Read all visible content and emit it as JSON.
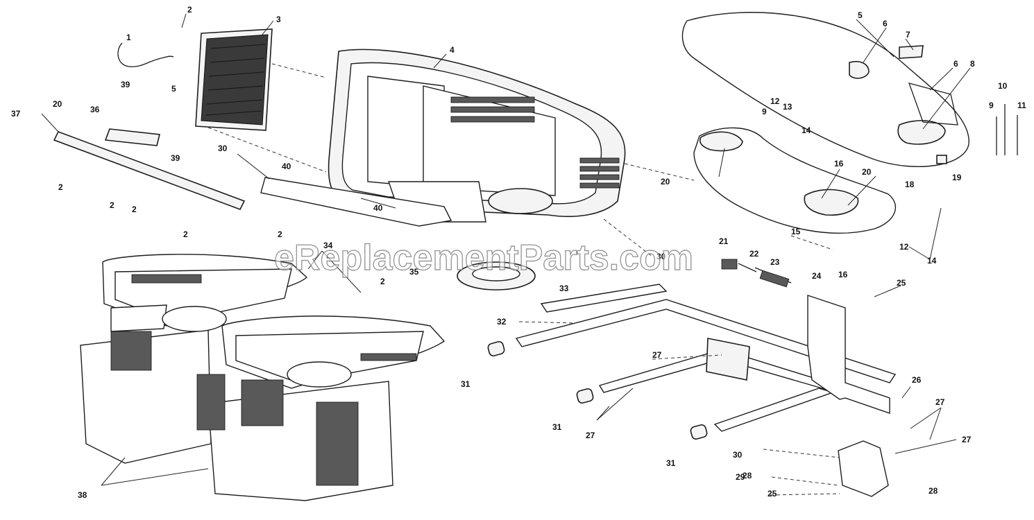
{
  "watermark": "eReplacementParts.com",
  "callouts": [
    {
      "id": "c1",
      "text": "1"
    },
    {
      "id": "c2a",
      "text": "2"
    },
    {
      "id": "c3",
      "text": "3"
    },
    {
      "id": "c4",
      "text": "4"
    },
    {
      "id": "c5a",
      "text": "5"
    },
    {
      "id": "c5b",
      "text": "5"
    },
    {
      "id": "c6a",
      "text": "6"
    },
    {
      "id": "c7",
      "text": "7"
    },
    {
      "id": "c6b",
      "text": "6"
    },
    {
      "id": "c8",
      "text": "8"
    },
    {
      "id": "c9a",
      "text": "9"
    },
    {
      "id": "c9b",
      "text": "9"
    },
    {
      "id": "c10",
      "text": "10"
    },
    {
      "id": "c11",
      "text": "11"
    },
    {
      "id": "c12a",
      "text": "12"
    },
    {
      "id": "c13",
      "text": "13"
    },
    {
      "id": "c14a",
      "text": "14"
    },
    {
      "id": "c16",
      "text": "16"
    },
    {
      "id": "c20a",
      "text": "20"
    },
    {
      "id": "c20b",
      "text": "20"
    },
    {
      "id": "c18",
      "text": "18"
    },
    {
      "id": "c19",
      "text": "19"
    },
    {
      "id": "c15",
      "text": "15"
    },
    {
      "id": "c12b",
      "text": "12"
    },
    {
      "id": "c16b",
      "text": "16"
    },
    {
      "id": "c14b",
      "text": "14"
    },
    {
      "id": "c21",
      "text": "21"
    },
    {
      "id": "c22",
      "text": "22"
    },
    {
      "id": "c23",
      "text": "23"
    },
    {
      "id": "c24",
      "text": "24"
    },
    {
      "id": "c25a",
      "text": "25"
    },
    {
      "id": "c26",
      "text": "26"
    },
    {
      "id": "c27a",
      "text": "27"
    },
    {
      "id": "c27b",
      "text": "27"
    },
    {
      "id": "c27c",
      "text": "27"
    },
    {
      "id": "c27d",
      "text": "27"
    },
    {
      "id": "c28a",
      "text": "28"
    },
    {
      "id": "c28b",
      "text": "28"
    },
    {
      "id": "c29",
      "text": "29"
    },
    {
      "id": "c30a",
      "text": "30"
    },
    {
      "id": "c25b",
      "text": "25"
    },
    {
      "id": "c31a",
      "text": "31"
    },
    {
      "id": "c31b",
      "text": "31"
    },
    {
      "id": "c31c",
      "text": "31"
    },
    {
      "id": "c32",
      "text": "32"
    },
    {
      "id": "c33",
      "text": "33"
    },
    {
      "id": "c34",
      "text": "34"
    },
    {
      "id": "c35",
      "text": "35"
    },
    {
      "id": "c36",
      "text": "36"
    },
    {
      "id": "c37",
      "text": "37"
    },
    {
      "id": "c38",
      "text": "38"
    },
    {
      "id": "c39",
      "text": "39"
    },
    {
      "id": "c40a",
      "text": "40"
    },
    {
      "id": "c40b",
      "text": "40"
    },
    {
      "id": "c2b",
      "text": "2"
    },
    {
      "id": "c2c",
      "text": "2"
    },
    {
      "id": "c2d",
      "text": "2"
    },
    {
      "id": "c2e",
      "text": "2"
    },
    {
      "id": "c2f",
      "text": "2"
    },
    {
      "id": "c2g",
      "text": "2"
    },
    {
      "id": "c20c",
      "text": "20"
    },
    {
      "id": "c30b",
      "text": "30"
    },
    {
      "id": "c30c",
      "text": "30"
    },
    {
      "id": "c39b",
      "text": "39"
    }
  ]
}
